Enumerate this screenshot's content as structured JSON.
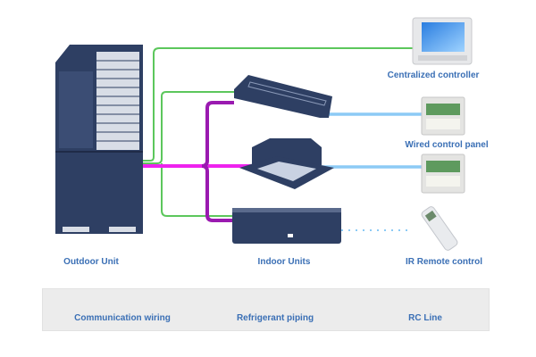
{
  "labels": {
    "centralized_controller": "Centralized controller",
    "wired_control_panel": "Wired control panel",
    "outdoor_unit": "Outdoor Unit",
    "indoor_units": "Indoor Units",
    "ir_remote": "IR Remote control"
  },
  "legend": {
    "communication": "Communication wiring",
    "refrigerant": "Refrigerant piping",
    "rc_line": "RC Line"
  },
  "colors": {
    "unit": "#2e3f63",
    "communication": "#5cc75c",
    "refrigerant_start": "#ff22ff",
    "refrigerant_end": "#6a0a8a",
    "rc_line": "#8ccaf5",
    "label": "#3a6fb5"
  }
}
